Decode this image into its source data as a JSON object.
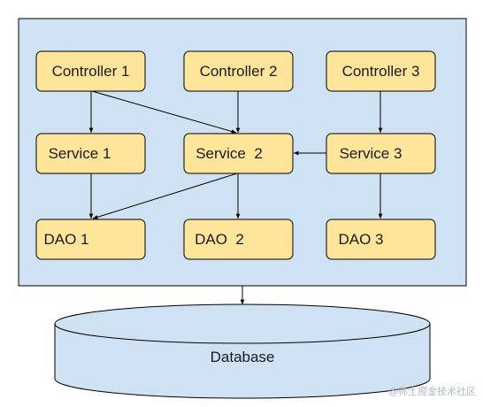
{
  "diagram": {
    "nodes": {
      "controller1": "Controller 1",
      "controller2": "Controller 2",
      "controller3": "Controller 3",
      "service1": "Service 1",
      "service2": "Service  2",
      "service3": "Service 3",
      "dao1": "DAO 1",
      "dao2": "DAO  2",
      "dao3": "DAO 3"
    },
    "database": "Database"
  },
  "colors": {
    "layer_background": "#cfe2f3",
    "node_fill": "#ffe599",
    "database_fill": "#cfe2f3",
    "stroke": "#000000"
  },
  "watermark": "@稀土掘金技术社区"
}
